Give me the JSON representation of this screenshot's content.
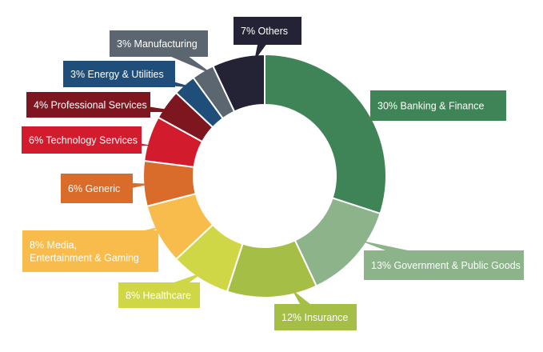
{
  "chart_data": {
    "type": "pie",
    "donut": true,
    "title": "",
    "legend": "none",
    "slices": [
      {
        "name": "Banking & Finance",
        "value": 30,
        "label": "30% Banking & Finance",
        "color": "#3f8456"
      },
      {
        "name": "Government & Public Goods",
        "value": 13,
        "label": "13% Government & Public Goods",
        "color": "#8db38b"
      },
      {
        "name": "Insurance",
        "value": 12,
        "label": "12% Insurance",
        "color": "#a5bf46"
      },
      {
        "name": "Healthcare",
        "value": 8,
        "label": "8% Healthcare",
        "color": "#d0d747"
      },
      {
        "name": "Media, Entertainment & Gaming",
        "value": 8,
        "label": "8% Media,\nEntertainment & Gaming",
        "color": "#f8bc4d"
      },
      {
        "name": "Generic",
        "value": 6,
        "label": "6% Generic",
        "color": "#d96b2b"
      },
      {
        "name": "Technology Services",
        "value": 6,
        "label": "6% Technology Services",
        "color": "#d21b2d"
      },
      {
        "name": "Professional Services",
        "value": 4,
        "label": "4% Professional Services",
        "color": "#7e1620"
      },
      {
        "name": "Energy & Utilities",
        "value": 3,
        "label": "3% Energy & Utilities",
        "color": "#1f4e7a"
      },
      {
        "name": "Manufacturing",
        "value": 3,
        "label": "3% Manufacturing",
        "color": "#5b6670"
      },
      {
        "name": "Others",
        "value": 7,
        "label": "7% Others",
        "color": "#242336"
      }
    ]
  }
}
